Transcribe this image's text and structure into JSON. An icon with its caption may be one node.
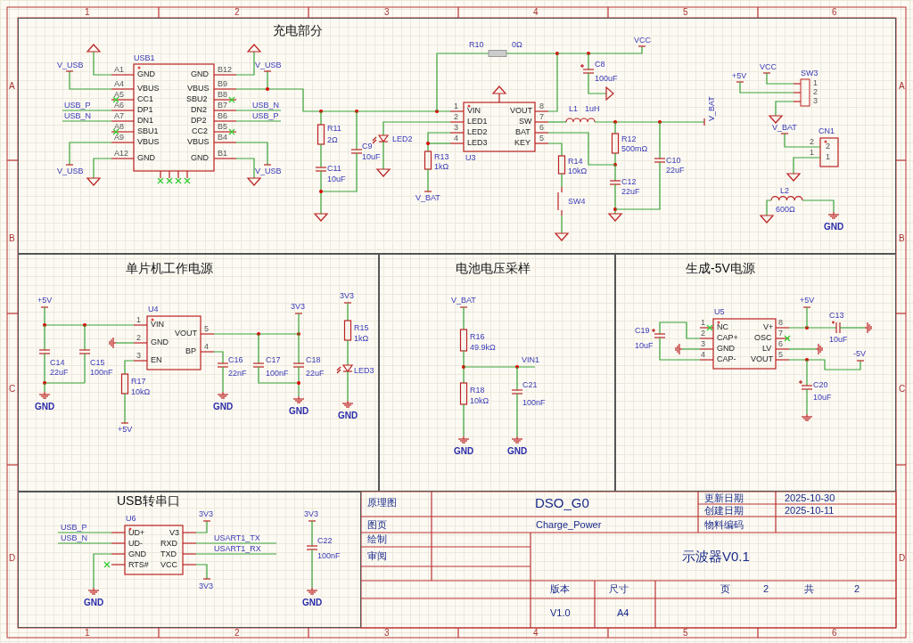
{
  "diagram": {
    "nodes": [
      {
        "text": [
          "充电部分"
        ]
      },
      {
        "text": [
          "单片机工作电源"
        ]
      },
      {
        "text": [
          "电池电压采样"
        ]
      },
      {
        "text": [
          "生成-5V电源"
        ]
      },
      {
        "text": [
          "USB转串口"
        ]
      }
    ],
    "labels": [
      "1",
      "2",
      "3",
      "4",
      "5",
      "6",
      "A",
      "A",
      "B",
      "B",
      "C",
      "C",
      "D",
      "D",
      "USB1",
      "V_USB",
      "V_USB",
      "A1",
      "GND",
      "GND",
      "B12",
      "A4",
      "VBUS",
      "VBUS",
      "B9",
      "A5",
      "CC1",
      "SBU2",
      "B8",
      "USB_P",
      "A6",
      "DP1",
      "DN2",
      "B7",
      "USB_N",
      "USB_N",
      "A7",
      "DN1",
      "DP2",
      "B6",
      "USB_P",
      "A8",
      "SBU1",
      "CC2",
      "B5",
      "A9",
      "VBUS",
      "VBUS",
      "B4",
      "A12",
      "GND",
      "GND",
      "B1",
      "V_USB",
      "V_USB",
      "R11",
      "2Ω",
      "C9",
      "10uF",
      "C11",
      "10uF",
      "R10",
      "0Ω",
      "VCC",
      "C8",
      "100uF",
      "1",
      "VIN",
      "VOUT",
      "8",
      "2",
      "LED1",
      "SW",
      "7",
      "3",
      "LED2",
      "BAT",
      "6",
      "4",
      "LED3",
      "KEY",
      "5",
      "U3",
      "LED2",
      "R13",
      "1kΩ",
      "V_BAT",
      "R14",
      "10kΩ",
      "SW4",
      "L1",
      "1uH",
      "R12",
      "500mΩ",
      "C12",
      "22uF",
      "C10",
      "22uF",
      "V_BAT",
      "+5V",
      "VCC",
      "SW3",
      "1",
      "2",
      "3",
      "V_BAT",
      "CN1",
      "2",
      "2",
      "1",
      "1",
      "L2",
      "600Ω",
      "GND",
      "U4",
      "+5V",
      "1",
      "VIN",
      "5",
      "VOUT",
      "2",
      "GND",
      "4",
      "BP",
      "3",
      "EN",
      "3V3",
      "C14",
      "22uF",
      "C15",
      "100nF",
      "R17",
      "10kΩ",
      "C16",
      "22nF",
      "C17",
      "100nF",
      "C18",
      "22uF",
      "3V3",
      "R15",
      "1kΩ",
      "LED3",
      "GND",
      "GND",
      "GND",
      "GND",
      "+5V",
      "V_BAT",
      "R16",
      "49.9kΩ",
      "VIN1",
      "R18",
      "10kΩ",
      "C21",
      "100nF",
      "GND",
      "GND",
      "U5",
      "+5V",
      "1",
      "NC",
      "8",
      "V+",
      "C13",
      "2",
      "CAP+",
      "7",
      "OSC",
      "C19",
      "3",
      "GND",
      "6",
      "LV",
      "10uF",
      "10uF",
      "4",
      "CAP-",
      "5",
      "VOUT",
      "-5V",
      "C20",
      "10uF",
      "U6",
      "USB_P",
      "USB_N",
      "3V3",
      "UD+",
      "V3",
      "USART1_TX",
      "UD-",
      "RXD",
      "USART1_RX",
      "GND",
      "TXD",
      "RTS#",
      "VCC",
      "3V3",
      "GND",
      "3V3",
      "C22",
      "100nF",
      "GND",
      "原理图",
      "DSO_G0",
      "更新日期",
      "2025-10-30",
      "创建日期",
      "2025-10-11",
      "图页",
      "Charge_Power",
      "物料编码",
      "绘制",
      "审阅",
      "示波器V0.1",
      "版本",
      "尺寸",
      "页",
      "2",
      "共",
      "2",
      "V1.0",
      "A4",
      "1",
      "2",
      "3",
      "4",
      "5",
      "6"
    ]
  }
}
